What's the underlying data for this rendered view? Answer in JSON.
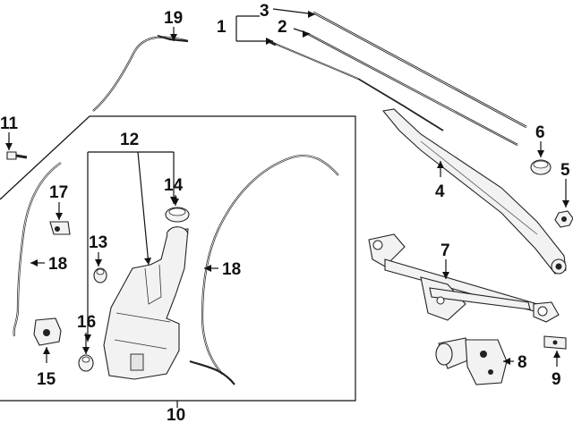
{
  "diagram": {
    "callouts": {
      "c1": "1",
      "c2": "2",
      "c3": "3",
      "c4": "4",
      "c5": "5",
      "c6": "6",
      "c7": "7",
      "c8": "8",
      "c9": "9",
      "c10": "10",
      "c11": "11",
      "c12": "12",
      "c13": "13",
      "c14": "14",
      "c15": "15",
      "c16": "16",
      "c17": "17",
      "c18a": "18",
      "c18b": "18",
      "c19": "19"
    }
  }
}
